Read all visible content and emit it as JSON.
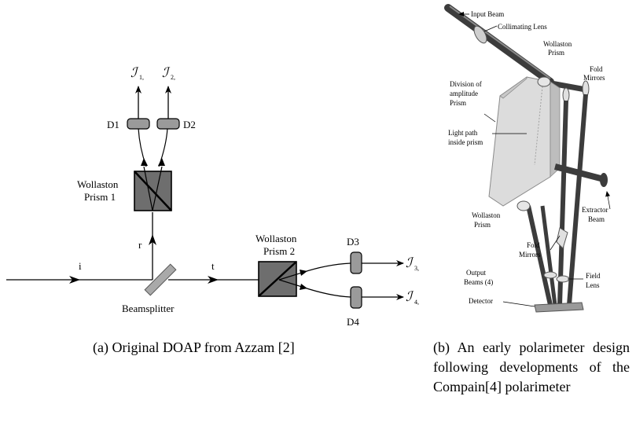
{
  "panel_a": {
    "labels": {
      "input": "i",
      "reflected": "r",
      "transmitted": "t",
      "beamsplitter": "Beamsplitter",
      "wp1_line1": "Wollaston",
      "wp1_line2": "Prism 1",
      "wp2_line1": "Wollaston",
      "wp2_line2": "Prism 2",
      "d1": "D1",
      "d2": "D2",
      "d3": "D3",
      "d4": "D4",
      "i1_sym": "ℐ",
      "i1_sub": "1,",
      "i2_sym": "ℐ",
      "i2_sub": "2,",
      "i3_sym": "ℐ",
      "i3_sub": "3,",
      "i4_sym": "ℐ",
      "i4_sub": "4,"
    },
    "caption": "(a) Original DOAP from Azzam [2]"
  },
  "panel_b": {
    "labels": {
      "input_beam": "Input Beam",
      "collimating_lens": "Collimating Lens",
      "wollaston_top_1": "Wollaston",
      "wollaston_top_2": "Prism",
      "fold_mirrors_top_1": "Fold",
      "fold_mirrors_top_2": "Mirrors",
      "division_1": "Division of",
      "division_2": "amplitude",
      "division_3": "Prism",
      "light_path_1": "Light path",
      "light_path_2": "inside prism",
      "extractor_1": "Extractor",
      "extractor_2": "Beam",
      "wollaston_bot_1": "Wollaston",
      "wollaston_bot_2": "Prism",
      "fold_mirrors_bot_1": "Fold",
      "fold_mirrors_bot_2": "Mirrors",
      "output_beams_1": "Output",
      "output_beams_2": "Beams (4)",
      "field_lens_1": "Field",
      "field_lens_2": "Lens",
      "detector": "Detector"
    },
    "caption": "(b) An early polarimeter design following developments of the Compain[4] polarimeter"
  },
  "colors": {
    "detector_fill": "#9a9a9a",
    "prism_fill": "#6e6e6e",
    "beamsplitter_fill": "#a9a9a9",
    "render_beam": "#3c3c3c",
    "render_prism": "#dcdcdc"
  }
}
